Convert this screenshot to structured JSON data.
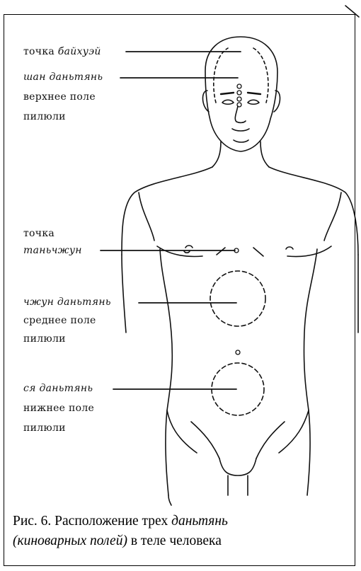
{
  "labels": {
    "baihuei_prefix": "точка",
    "baihuei_name": "байхуэй",
    "shang_name": "шан даньтянь",
    "shang_line2": "верхнее поле",
    "shang_line3": "пилюли",
    "tanzhong_line1": "точка",
    "tanzhong_name": "таньчжун",
    "zhong_name": "чжун даньтянь",
    "zhong_line2": "среднее поле",
    "zhong_line3": "пилюли",
    "xia_name": "ся даньтянь",
    "xia_line2": "нижнее поле",
    "xia_line3": "пилюли"
  },
  "caption": {
    "part1": "Рис. 6. Расположение трех ",
    "part2": "даньтянь",
    "part3": "(киноварных полей)",
    "part4": " в теле человека"
  },
  "colors": {
    "ink": "#111111",
    "frame": "#000000"
  }
}
